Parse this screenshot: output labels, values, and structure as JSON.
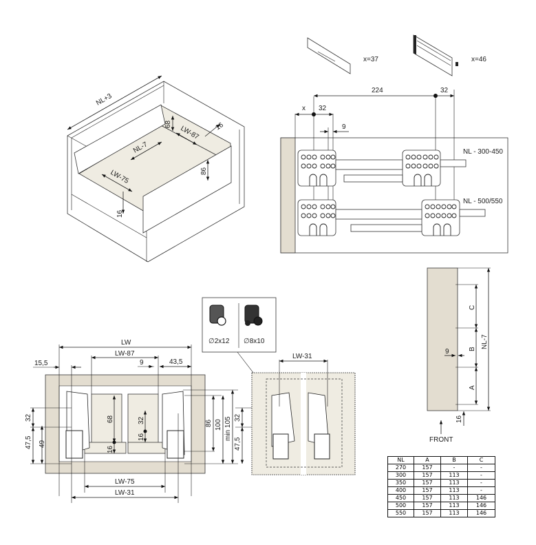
{
  "iso_view": {
    "labels": {
      "nl_plus_3": "NL+3",
      "nl_minus_7": "NL-7",
      "lw_minus_87": "LW-87",
      "lw_minus_75": "LW-75",
      "h68": "68",
      "h86": "86",
      "t16_top": "16",
      "t16_bottom": "16"
    }
  },
  "front_panels": {
    "panel_1_label": "x=37",
    "panel_2_label": "x=46"
  },
  "side_drilling": {
    "dims": {
      "d224": "224",
      "d32_right": "32",
      "x": "x",
      "d32_left": "32",
      "d9": "9"
    },
    "variants": [
      "NL - 300-450",
      "NL - 500/550"
    ]
  },
  "front_section": {
    "dims": {
      "lw": "LW",
      "lw_minus_87": "LW-87",
      "d15_5": "15,5",
      "d9": "9",
      "d43_5": "43,5",
      "d32_left": "32",
      "d47_5_left": "47,5",
      "d49": "49",
      "d68": "68",
      "d16_left": "16",
      "d32_mid": "32",
      "d16_mid": "16",
      "d86": "86",
      "d100": "100",
      "min105": "min 105",
      "d32_right": "32",
      "d47_5_right": "47,5",
      "lw_minus_75": "LW-75",
      "lw_minus_31": "LW-31"
    }
  },
  "screw_options": {
    "option_1": "∅2x12",
    "option_2": "∅8x10"
  },
  "rear_section": {
    "dims": {
      "lw_minus_31": "LW-31"
    }
  },
  "side_view": {
    "dims": {
      "c": "C",
      "b": "B",
      "a": "A",
      "nl_minus_7": "NL-7",
      "d9": "9",
      "d16": "16"
    },
    "front_label": "FRONT"
  },
  "dimension_table": {
    "headers": [
      "NL",
      "A",
      "B",
      "C"
    ],
    "rows": [
      [
        "270",
        "157",
        "-",
        "-"
      ],
      [
        "300",
        "157",
        "113",
        "-"
      ],
      [
        "350",
        "157",
        "113",
        "-"
      ],
      [
        "400",
        "157",
        "113",
        "-"
      ],
      [
        "450",
        "157",
        "113",
        "146"
      ],
      [
        "500",
        "157",
        "113",
        "146"
      ],
      [
        "550",
        "157",
        "113",
        "146"
      ]
    ]
  }
}
